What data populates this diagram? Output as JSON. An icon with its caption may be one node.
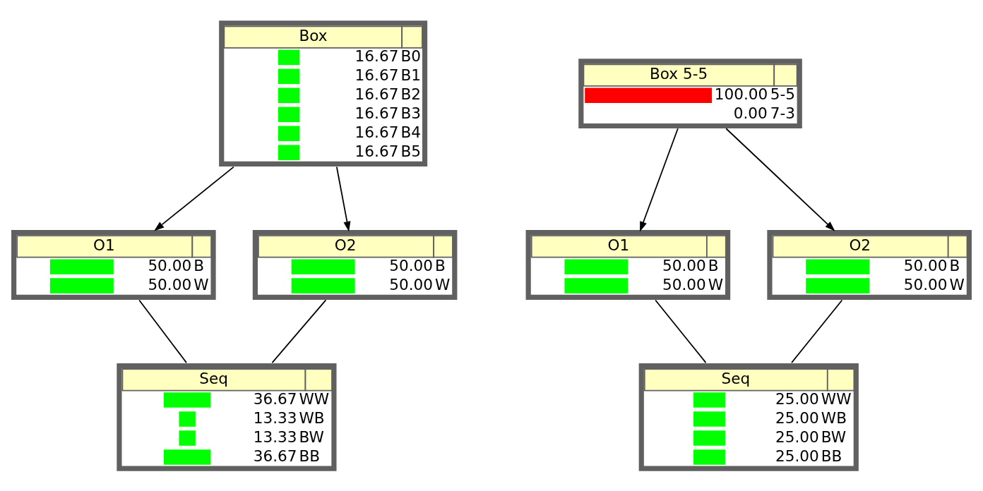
{
  "diagram": {
    "nodes": [
      {
        "text": [
          "Box",
          "16.67",
          "B0",
          "16.67",
          "B1",
          "16.67",
          "B2",
          "16.67",
          "B3",
          "16.67",
          "B4",
          "16.67",
          "B5"
        ]
      },
      {
        "text": [
          "O1",
          "50.00",
          "B",
          "50.00",
          "W"
        ]
      },
      {
        "text": [
          "O2",
          "50.00",
          "B",
          "50.00",
          "W"
        ]
      },
      {
        "text": [
          "Seq",
          "36.67",
          "WW",
          "13.33",
          "WB",
          "13.33",
          "BW",
          "36.67",
          "BB"
        ]
      },
      {
        "text": [
          "Box 5-5",
          "100.00",
          "5-5",
          "0.00",
          "7-3"
        ]
      },
      {
        "text": [
          "O1",
          "50.00",
          "B",
          "50.00",
          "W"
        ]
      },
      {
        "text": [
          "O2",
          "50.00",
          "B",
          "50.00",
          "W"
        ]
      },
      {
        "text": [
          "Seq",
          "25.00",
          "WW",
          "25.00",
          "WB",
          "25.00",
          "BW",
          "25.00",
          "BB"
        ]
      }
    ],
    "edges": [
      {
        "from": 0,
        "to": 1,
        "arrow": "to"
      },
      {
        "from": 0,
        "to": 2,
        "arrow": "to"
      },
      {
        "from": 1,
        "to": 3,
        "arrow": "none"
      },
      {
        "from": 2,
        "to": 3,
        "arrow": "none"
      },
      {
        "from": 4,
        "to": 5,
        "arrow": "to"
      },
      {
        "from": 4,
        "to": 6,
        "arrow": "to"
      },
      {
        "from": 5,
        "to": 7,
        "arrow": "none"
      },
      {
        "from": 6,
        "to": 7,
        "arrow": "none"
      }
    ]
  }
}
